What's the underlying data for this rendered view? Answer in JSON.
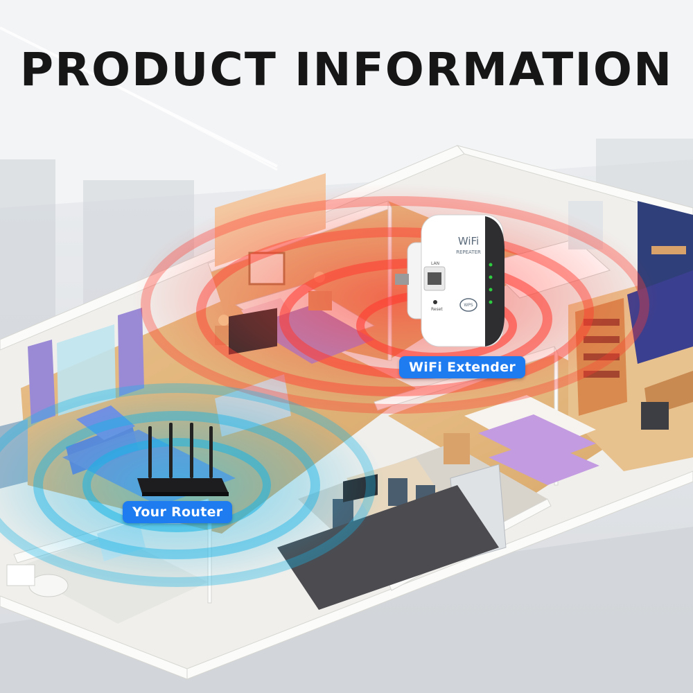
{
  "title": "PRODUCT INFORMATION",
  "labels": {
    "extender": "WiFi Extender",
    "router": "Your Router"
  },
  "device": {
    "brand": "WiFi",
    "model": "REPEATER",
    "port_label": "LAN",
    "reset_label": "Reset",
    "button_label": "WPS"
  },
  "colors": {
    "label_blue": "#1e7bf0",
    "extender_signal": "#ff3b30",
    "router_signal": "#19b4e6",
    "floor_wood": "#e2b57a",
    "wall_white": "#f4f4f2"
  }
}
